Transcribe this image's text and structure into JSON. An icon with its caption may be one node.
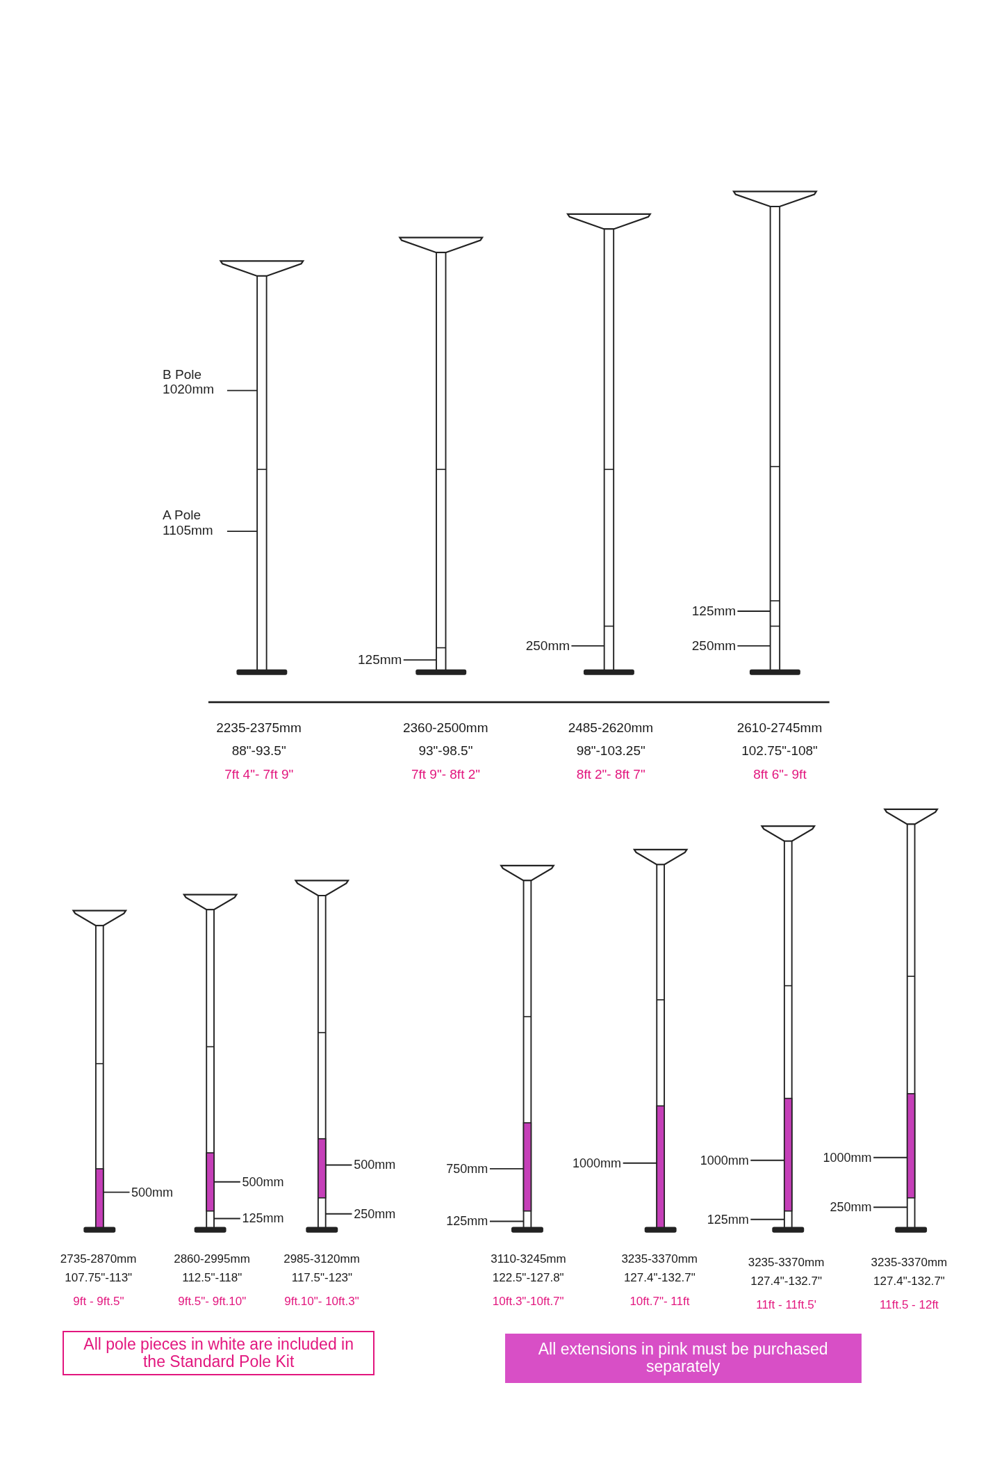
{
  "diagram": {
    "nodes": [
      {
        "text": [
          "B Pole 1020mm"
        ]
      },
      {
        "text": [
          "A Pole 1105mm"
        ]
      },
      {
        "text": [
          "125mm"
        ]
      },
      {
        "text": [
          "250mm"
        ]
      },
      {
        "text": [
          "125mm"
        ]
      },
      {
        "text": [
          "250mm"
        ]
      },
      {
        "text": [
          "500mm"
        ]
      },
      {
        "text": [
          "500mm"
        ]
      },
      {
        "text": [
          "125mm"
        ]
      },
      {
        "text": [
          "500mm"
        ]
      },
      {
        "text": [
          "250mm"
        ]
      },
      {
        "text": [
          "750mm"
        ]
      },
      {
        "text": [
          "125mm"
        ]
      },
      {
        "text": [
          "1000mm"
        ]
      },
      {
        "text": [
          "1000mm"
        ]
      },
      {
        "text": [
          "125mm"
        ]
      },
      {
        "text": [
          "1000mm"
        ]
      },
      {
        "text": [
          "250mm"
        ]
      },
      {
        "text": [
          "All pole pieces in white are included in the Standard Pole Kit"
        ]
      },
      {
        "text": [
          "All extensions in pink must be purchased separately"
        ]
      }
    ],
    "edges": [
      {
        "from": 0,
        "to": null,
        "arrow": "none"
      },
      {
        "from": 1,
        "to": null,
        "arrow": "none"
      },
      {
        "from": 2,
        "to": null,
        "arrow": "none"
      },
      {
        "from": 3,
        "to": null,
        "arrow": "none"
      },
      {
        "from": 4,
        "to": null,
        "arrow": "none"
      },
      {
        "from": 5,
        "to": null,
        "arrow": "none"
      },
      {
        "from": 6,
        "to": null,
        "arrow": "none"
      },
      {
        "from": 7,
        "to": null,
        "arrow": "none"
      },
      {
        "from": 8,
        "to": null,
        "arrow": "none"
      },
      {
        "from": 9,
        "to": null,
        "arrow": "none"
      },
      {
        "from": 10,
        "to": null,
        "arrow": "none"
      },
      {
        "from": 11,
        "to": null,
        "arrow": "none"
      },
      {
        "from": 12,
        "to": null,
        "arrow": "none"
      },
      {
        "from": 13,
        "to": null,
        "arrow": "none"
      },
      {
        "from": 14,
        "to": null,
        "arrow": "none"
      },
      {
        "from": 15,
        "to": null,
        "arrow": "none"
      },
      {
        "from": 16,
        "to": null,
        "arrow": "none"
      },
      {
        "from": 17,
        "to": null,
        "arrow": "none"
      }
    ],
    "labels": [
      "2235-2375mm",
      "88\"-93.5\"",
      "7ft 4\"- 7ft 9\"",
      "2360-2500mm",
      "93\"-98.5\"",
      "7ft 9\"- 8ft 2\"",
      "2485-2620mm",
      "98\"-103.25\"",
      "8ft 2\"- 8ft 7\"",
      "2610-2745mm",
      "102.75\"-108\"",
      "8ft 6\"- 9ft",
      "2735-2870mm",
      "107.75\"-113\"",
      "9ft - 9ft.5\"",
      "2860-2995mm",
      "112.5\"-118\"",
      "9ft.5\"- 9ft.10\"",
      "2985-3120mm",
      "117.5\"-123\"",
      "9ft.10\"- 10ft.3\"",
      "3110-3245mm",
      "122.5\"-127.8\"",
      "10ft.3\"-10ft.7\"",
      "3235-3370mm",
      "127.4\"-132.7\"",
      "10ft.7\"- 11ft",
      "3235-3370mm",
      "127.4\"-132.7\"",
      "11ft - 11ft.5'",
      "3235-3370mm",
      "127.4\"-132.7\"",
      "11ft.5 - 12ft"
    ]
  }
}
